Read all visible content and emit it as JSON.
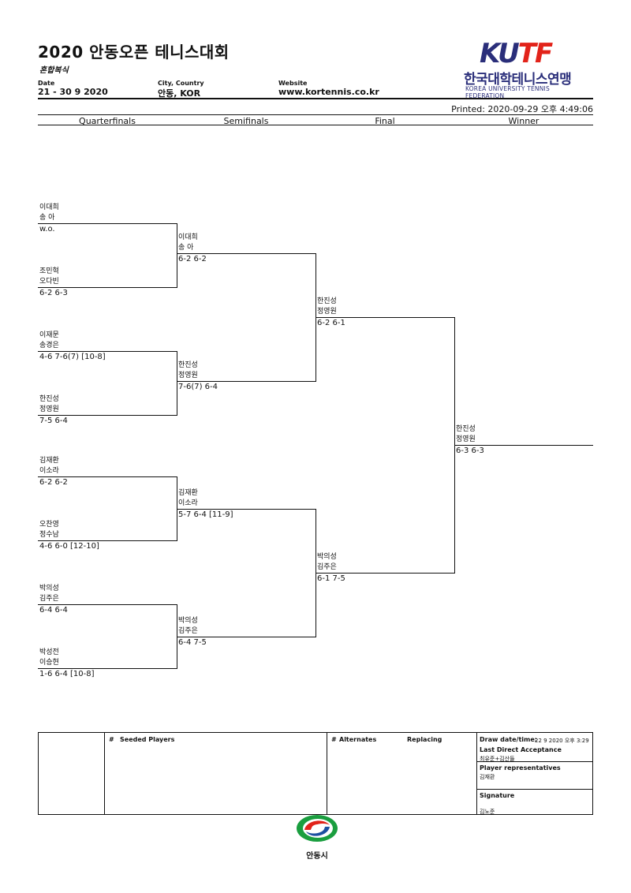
{
  "header": {
    "title": "2020 안동오픈 테니스대회",
    "subtitle": "혼합복식",
    "date_label": "Date",
    "date_value": "21 - 30 9 2020",
    "city_label": "City, Country",
    "city_value": "안동, KOR",
    "website_label": "Website",
    "website_value": "www.kortennis.co.kr",
    "printed": "Printed: 2020-09-29 오후 4:49:06"
  },
  "logo": {
    "letters_blue": "KU",
    "letters_red": "TF",
    "korean_name": "한국대학테니스연맹",
    "english_name": "KOREA UNIVERSITY TENNIS FEDERATION",
    "brand_blue": "#2a2e7a",
    "brand_red": "#e2231a"
  },
  "rounds": [
    "Quarterfinals",
    "Semifinals",
    "Final",
    "Winner"
  ],
  "quarterfinals": [
    {
      "p1": "이대희",
      "p2": "송 아",
      "score": "w.o."
    },
    {
      "p1": "조민혁",
      "p2": "오다빈",
      "score": "6-2 6-3"
    },
    {
      "p1": "이재문",
      "p2": "송경은",
      "score": "4-6 7-6(7) [10-8]"
    },
    {
      "p1": "한진성",
      "p2": "정영원",
      "score": "7-5 6-4"
    },
    {
      "p1": "김재환",
      "p2": "이소라",
      "score": "6-2 6-2"
    },
    {
      "p1": "오찬영",
      "p2": "정수남",
      "score": "4-6 6-0 [12-10]"
    },
    {
      "p1": "박의성",
      "p2": "김주은",
      "score": "6-4 6-4"
    },
    {
      "p1": "박성전",
      "p2": "이승현",
      "score": "1-6 6-4 [10-8]"
    }
  ],
  "semifinals": [
    {
      "p1": "이대희",
      "p2": "송 아",
      "score": "6-2 6-2"
    },
    {
      "p1": "한진성",
      "p2": "정영원",
      "score": "7-6(7) 6-4"
    },
    {
      "p1": "김재환",
      "p2": "이소라",
      "score": "5-7 6-4 [11-9]"
    },
    {
      "p1": "박의성",
      "p2": "김주은",
      "score": "6-4 7-5"
    }
  ],
  "final": [
    {
      "p1": "한진성",
      "p2": "정영원",
      "score": "6-2 6-1"
    },
    {
      "p1": "박의성",
      "p2": "김주은",
      "score": "6-1 7-5"
    }
  ],
  "winner": {
    "p1": "한진성",
    "p2": "정영원",
    "score": "6-3 6-3"
  },
  "footer": {
    "seeded_hash": "#",
    "seeded_label": "Seeded Players",
    "alternates_hash": "#",
    "alternates_label": "Alternates",
    "replacing_label": "Replacing",
    "draw_label": "Draw date/time:",
    "draw_value": "22 9 2020 오후 3:29",
    "lda_label": "Last Direct Acceptance",
    "lda_value": "최유준+김산들",
    "rep_label": "Player representatives",
    "rep_value": "김재환",
    "signature_label": "Signature",
    "signature_value": "김노준"
  },
  "city_logo": {
    "name": "안동시",
    "colors": [
      "#1a9e3f",
      "#e2231a",
      "#1c4fa0"
    ]
  }
}
